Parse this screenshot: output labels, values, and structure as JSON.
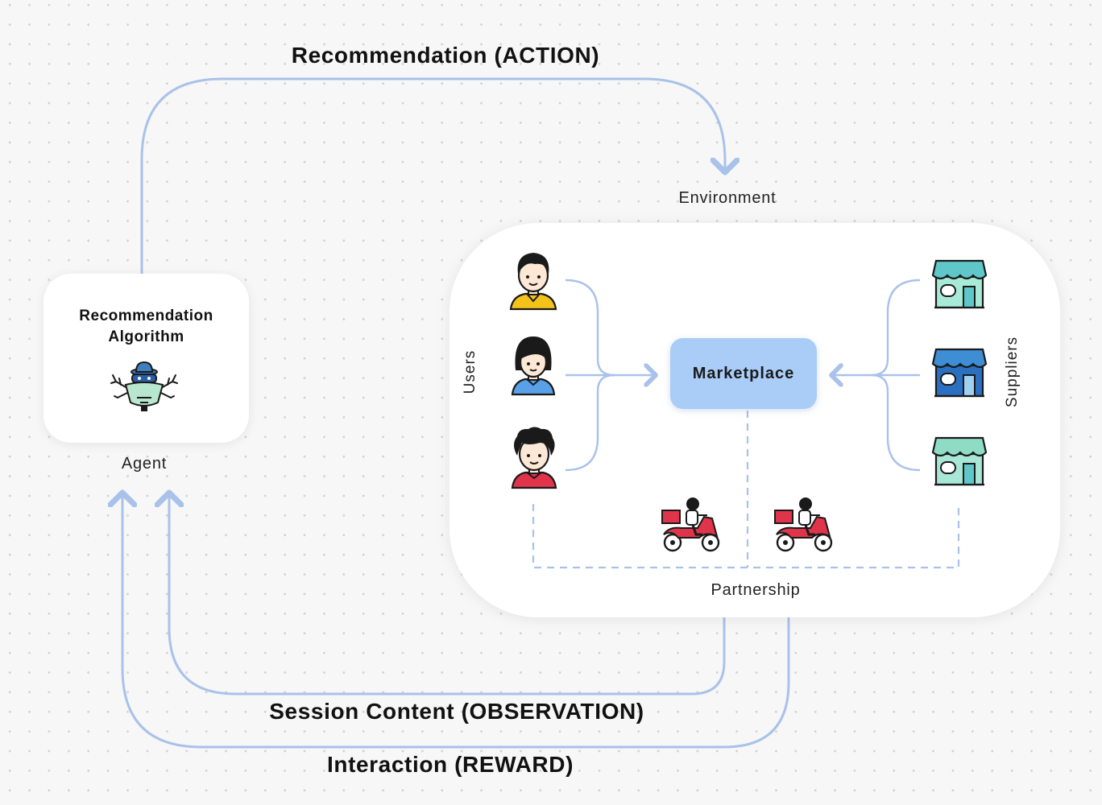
{
  "labels": {
    "action": "Recommendation (ACTION)",
    "environment": "Environment",
    "agent": "Agent",
    "observation": "Session Content (OBSERVATION)",
    "reward": "Interaction (REWARD)",
    "partnership": "Partnership",
    "users": "Users",
    "suppliers": "Suppliers",
    "marketplace": "Marketplace"
  },
  "agent_card": {
    "title_line1": "Recommendation",
    "title_line2": "Algorithm",
    "icon": "robot-spy-icon"
  },
  "users": [
    {
      "icon": "man-user-icon",
      "shirt": "#f3c21b"
    },
    {
      "icon": "woman-user-icon",
      "shirt": "#5aa0e8"
    },
    {
      "icon": "curly-hair-user-icon",
      "shirt": "#e0344a"
    }
  ],
  "suppliers": [
    {
      "icon": "store-icon",
      "awning": "#5fc7c9",
      "wall": "#a8ead8"
    },
    {
      "icon": "store-icon",
      "awning": "#3e8ed6",
      "wall": "#2a6fc0"
    },
    {
      "icon": "store-icon",
      "awning": "#8fdcc4",
      "wall": "#a8e6d6"
    }
  ],
  "couriers": [
    {
      "icon": "delivery-scooter-icon"
    },
    {
      "icon": "delivery-scooter-icon"
    }
  ],
  "colors": {
    "arrow": "#a9c2ea",
    "marketplace": "#a9cdf7",
    "scooter": "#e0344a"
  }
}
